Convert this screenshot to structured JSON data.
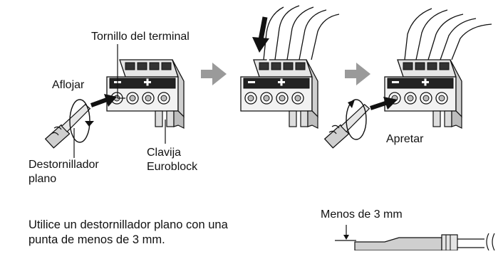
{
  "labels": {
    "terminal_screw": "Tornillo del terminal",
    "loosen": "Aflojar",
    "flat_screwdriver_line1": "Destornillador",
    "flat_screwdriver_line2": "plano",
    "plug_line1": "Clavija",
    "plug_line2": "Euroblock",
    "tighten": "Apretar",
    "tip_size": "Menos de 3 mm"
  },
  "note": {
    "line1": "Utilice un destornillador plano con una",
    "line2": "punta de menos de 3 mm."
  },
  "colors": {
    "outline": "#111111",
    "block_light": "#e9e9e9",
    "block_mid": "#c9c9c9",
    "block_dark": "#8a8a8a",
    "arrow_gray": "#9a9a9a",
    "text": "#111111"
  },
  "icons": {
    "step_arrow": "right-arrow-icon",
    "push_arrow": "push-arrow-icon",
    "rotate": "rotation-icon"
  }
}
